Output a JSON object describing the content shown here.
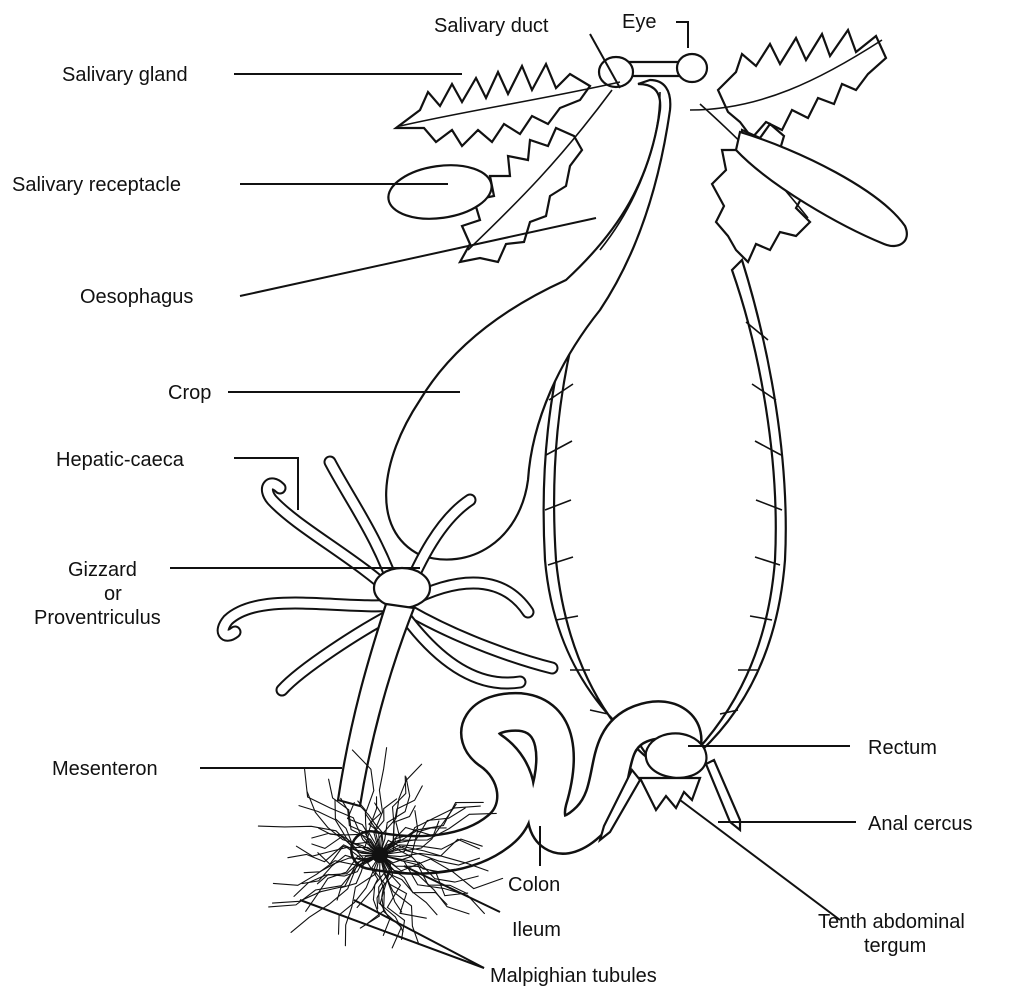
{
  "labels": {
    "salivary_duct": "Salivary duct",
    "eye": "Eye",
    "salivary_gland": "Salivary gland",
    "salivary_receptacle": "Salivary receptacle",
    "oesophagus": "Oesophagus",
    "crop": "Crop",
    "hepatic_caeca": "Hepatic-caeca",
    "gizzard_line1": "Gizzard",
    "gizzard_line2": "or",
    "gizzard_line3": "Proventriculus",
    "mesenteron": "Mesenteron",
    "rectum": "Rectum",
    "anal_cercus": "Anal cercus",
    "colon": "Colon",
    "ileum": "Ileum",
    "tenth_tergum_line1": "Tenth abdominal",
    "tenth_tergum_line2": "tergum",
    "malpighian_tubules": "Malpighian tubules"
  },
  "colors": {
    "ink": "#111111",
    "background": "#ffffff"
  }
}
